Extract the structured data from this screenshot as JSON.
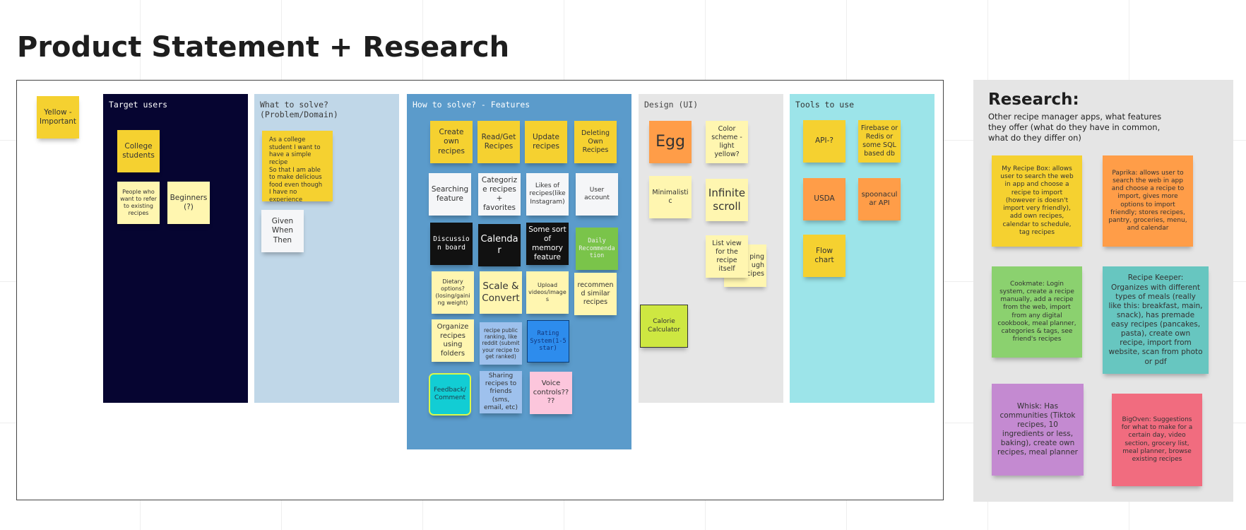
{
  "title": "Product Statement + Research",
  "legend_note": "Yellow - Important",
  "columns": {
    "target_users": {
      "title": "Target users",
      "bg": "#060531",
      "title_color": "#ffffff"
    },
    "what_to_solve": {
      "title": "What to solve?\n(Problem/Domain)",
      "bg": "#c0d7e8",
      "title_color": "#3a3a3a"
    },
    "how_to_solve": {
      "title": "How to solve? - Features",
      "bg": "#5b9bcb",
      "title_color": "#ffffff"
    },
    "design": {
      "title": "Design (UI)",
      "bg": "#e6e6e6",
      "title_color": "#444444"
    },
    "tools": {
      "title": "Tools to use",
      "bg": "#9ce4e9",
      "title_color": "#333333"
    }
  },
  "target_users_notes": [
    "College students",
    "People who want to refer to existing recipes",
    "Beginners (?)"
  ],
  "what_to_solve_notes": [
    "As a college student I want to have a simple recipe\nSo that I am able to make delicious food even though I have no experience",
    "Given\nWhen\nThen"
  ],
  "feature_notes": [
    "Create own recipes",
    "Read/Get Recipes",
    "Update recipes",
    "Deleting Own Recipes",
    "Searching feature",
    "Categorize recipes + favorites",
    "Likes of recipes(like Instagram)",
    "User account",
    "Discussion board",
    "Calendar",
    "Some sort of memory feature",
    "Daily Recommendation",
    "Dietary options? (losing/gaining weight)",
    "Scale & Convert",
    "Upload videos/images",
    "recommend similar recipes",
    "Organize recipes using folders",
    "recipe public ranking, like reddit (submit your recipe to get ranked)",
    "Rating System(1-5 star)",
    "Feedback/ Comment",
    "Sharing recipes to friends (sms, email, etc)",
    "Voice controls????"
  ],
  "design_notes": [
    "Egg",
    "Color scheme - light yellow?",
    "Minimalistic",
    "Infinite scroll",
    "view ping ugh recipes",
    "List view for the recipe itself",
    "Calorie Calculator"
  ],
  "tools_notes": [
    "API-?",
    "Firebase or Redis or some SQL based db",
    "USDA",
    "spoonacular API",
    "Flow chart"
  ],
  "research": {
    "heading": "Research:",
    "subheading": "Other recipe manager apps, what features they offer (what do they have in common, what do they differ on)",
    "notes": [
      "My Recipe Box: allows user to search the web in app and choose a recipe to import (however is doesn't import very friendly), add own recipes, calendar to schedule, tag recipes",
      "Paprika: allows user to search the web in app and choose a recipe to import, gives more options to import friendly; stores recipes, pantry, groceries, menu, and calendar",
      "Cookmate: Login system, create a recipe manually, add a recipe from the web, import from any digital cookbook, meal planner, categories & tags, see friend's recipes",
      "Recipe Keeper: Organizes with different types of meals (really like this: breakfast, main, snack), has premade easy recipes (pancakes, pasta), create own recipe, import from website, scan from photo or pdf",
      "Whisk: Has communities (Tiktok recipes, 10 ingredients or less, baking), create own recipes, meal planner",
      "BigOven: Suggestions for what to make for a certain day, video section, grocery list, meal planner, browse existing recipes"
    ]
  },
  "colors": {
    "yellow": "#f5d130",
    "light_yellow": "#fff6b0",
    "white": "#f5f6f8",
    "black": "#111111",
    "green": "#7ac44a",
    "blue": "#2d8ced",
    "light_blue": "#9ec1ed",
    "teal": "#12cdd4",
    "pink": "#fcc6dc",
    "orange": "#ff9d48",
    "lime": "#cee741",
    "research_yellow": "#f5d130",
    "research_orange": "#ff9d48",
    "research_green": "#8bd16f",
    "research_teal": "#67c6c0",
    "research_purple": "#c48ad1",
    "research_red": "#f16c7f"
  }
}
